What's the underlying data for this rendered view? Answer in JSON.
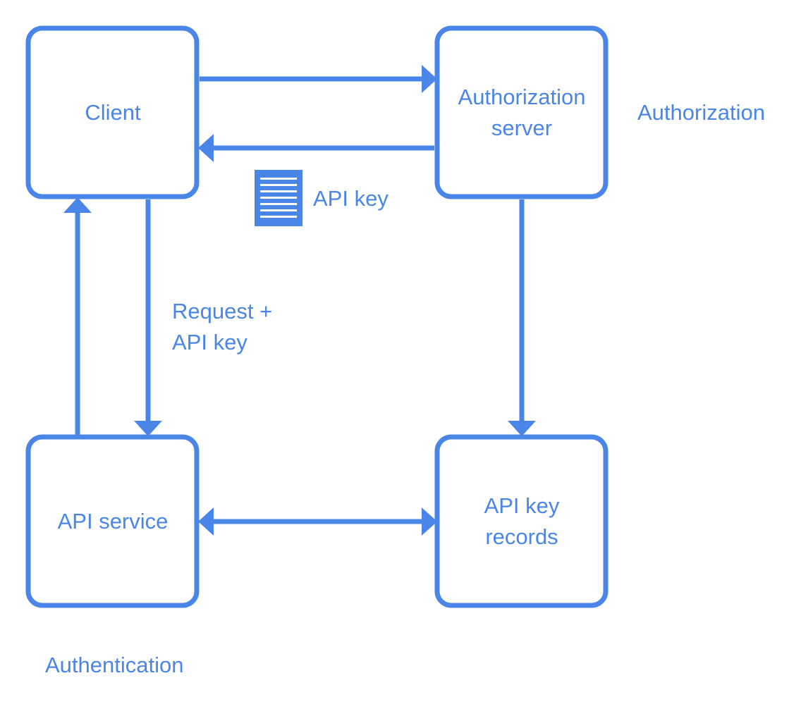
{
  "accent_color": "#4a86e8",
  "nodes": {
    "client": {
      "lines": [
        "Client"
      ]
    },
    "auth_server": {
      "lines": [
        "Authorization",
        "server"
      ]
    },
    "api_service": {
      "lines": [
        "API service"
      ]
    },
    "api_key_records": {
      "lines": [
        "API key",
        "records"
      ]
    }
  },
  "labels": {
    "authorization": "Authorization",
    "authentication": "Authentication",
    "api_key": "API key",
    "request_line1": "Request +",
    "request_line2": "API key"
  },
  "icons": {
    "api_key_document": "document-icon"
  }
}
